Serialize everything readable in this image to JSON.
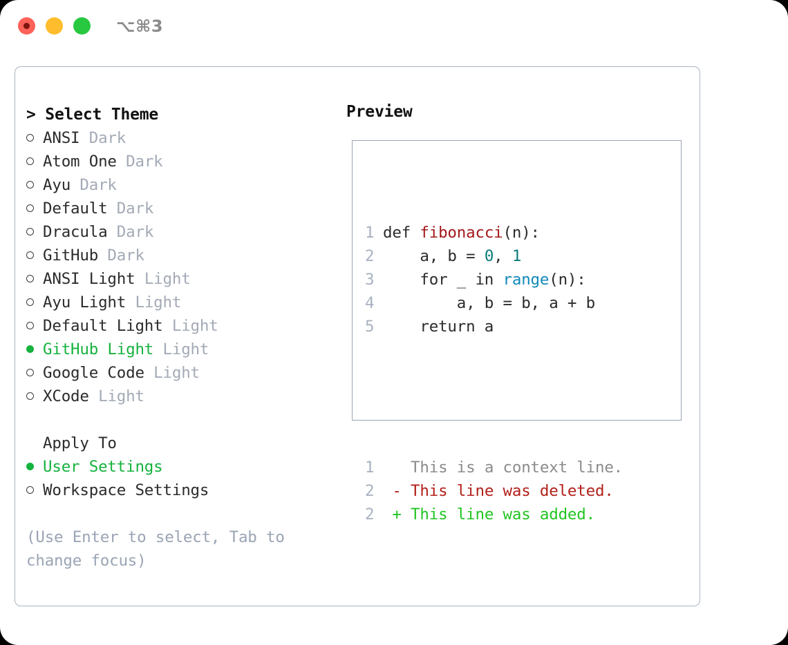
{
  "titlebar": {
    "shortcut": "⌥⌘3",
    "lights": [
      {
        "name": "close",
        "color": "#ff6259"
      },
      {
        "name": "minimize",
        "color": "#ffbd2e"
      },
      {
        "name": "maximize",
        "color": "#28c840"
      }
    ]
  },
  "left": {
    "header": "> Select Theme",
    "themes": [
      {
        "marker": "○",
        "name": "ANSI",
        "tag": "Dark",
        "selected": false
      },
      {
        "marker": "○",
        "name": "Atom One",
        "tag": "Dark",
        "selected": false
      },
      {
        "marker": "○",
        "name": "Ayu",
        "tag": "Dark",
        "selected": false
      },
      {
        "marker": "○",
        "name": "Default",
        "tag": "Dark",
        "selected": false
      },
      {
        "marker": "○",
        "name": "Dracula",
        "tag": "Dark",
        "selected": false
      },
      {
        "marker": "○",
        "name": "GitHub",
        "tag": "Dark",
        "selected": false
      },
      {
        "marker": "○",
        "name": "ANSI Light",
        "tag": "Light",
        "selected": false
      },
      {
        "marker": "○",
        "name": "Ayu Light",
        "tag": "Light",
        "selected": false
      },
      {
        "marker": "○",
        "name": "Default Light",
        "tag": "Light",
        "selected": false
      },
      {
        "marker": "●",
        "name": "GitHub Light",
        "tag": "Light",
        "selected": true
      },
      {
        "marker": "○",
        "name": "Google Code",
        "tag": "Light",
        "selected": false
      },
      {
        "marker": "○",
        "name": "XCode",
        "tag": "Light",
        "selected": false
      }
    ],
    "apply_to_header": "Apply To",
    "apply_to": [
      {
        "marker": "●",
        "name": "User Settings",
        "selected": true
      },
      {
        "marker": "○",
        "name": "Workspace Settings",
        "selected": false
      }
    ],
    "hint": "(Use Enter to select, Tab to change focus)"
  },
  "preview": {
    "title": "Preview",
    "code_lines": [
      {
        "num": "1",
        "tokens": [
          {
            "t": "def ",
            "c": "code-txt"
          },
          {
            "t": "fibonacci",
            "c": "tok-func"
          },
          {
            "t": "(n):",
            "c": "code-txt"
          }
        ]
      },
      {
        "num": "2",
        "tokens": [
          {
            "t": "    a, b = ",
            "c": "code-txt"
          },
          {
            "t": "0",
            "c": "tok-num"
          },
          {
            "t": ", ",
            "c": "code-txt"
          },
          {
            "t": "1",
            "c": "tok-num"
          }
        ]
      },
      {
        "num": "3",
        "tokens": [
          {
            "t": "    for _ in ",
            "c": "code-txt"
          },
          {
            "t": "range",
            "c": "tok-call"
          },
          {
            "t": "(n):",
            "c": "code-txt"
          }
        ]
      },
      {
        "num": "4",
        "tokens": [
          {
            "t": "        a, b = b, a + b",
            "c": "code-txt"
          }
        ]
      },
      {
        "num": "5",
        "tokens": [
          {
            "t": "    return a",
            "c": "code-txt"
          }
        ]
      }
    ],
    "diff_lines": [
      {
        "num": "1",
        "sign": " ",
        "text": " This is a context line.",
        "kind": "d-ctx"
      },
      {
        "num": "2",
        "sign": "-",
        "text": " This line was deleted.",
        "kind": "d-del"
      },
      {
        "num": "2",
        "sign": "+",
        "text": " This line was added.",
        "kind": "d-add"
      }
    ]
  },
  "colors": {
    "accent_green": "#16b23e",
    "tag_gray": "#a3aab6",
    "panel_border": "#aab4c2",
    "code_border": "#9aa5b5",
    "linenum": "#a8b2c0",
    "func_red": "#a4191c",
    "number_teal": "#0b7a7a",
    "call_blue": "#1189b8",
    "diff_add": "#22c522",
    "diff_del": "#b3201b",
    "hint_gray": "#9aa4b4"
  }
}
